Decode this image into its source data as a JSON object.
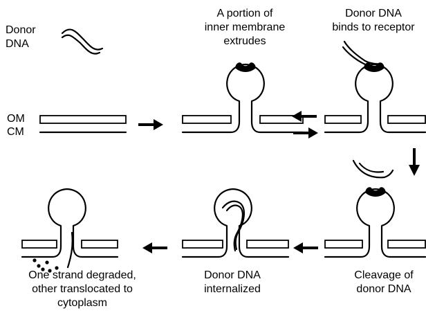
{
  "labels": {
    "donor_dna": [
      "Donor",
      "DNA"
    ],
    "om": "OM",
    "cm": "CM",
    "extrudes": [
      "A portion of",
      "inner membrane",
      "extrudes"
    ],
    "binds": [
      "Donor DNA",
      "binds to receptor"
    ],
    "cleavage": [
      "Cleavage of",
      "donor DNA"
    ],
    "internalized": [
      "Donor DNA",
      "internalized"
    ],
    "degraded": [
      "One strand degraded,",
      "other translocated to",
      "cytoplasm"
    ]
  },
  "colors": {
    "ink": "#000000",
    "background": "#ffffff"
  }
}
